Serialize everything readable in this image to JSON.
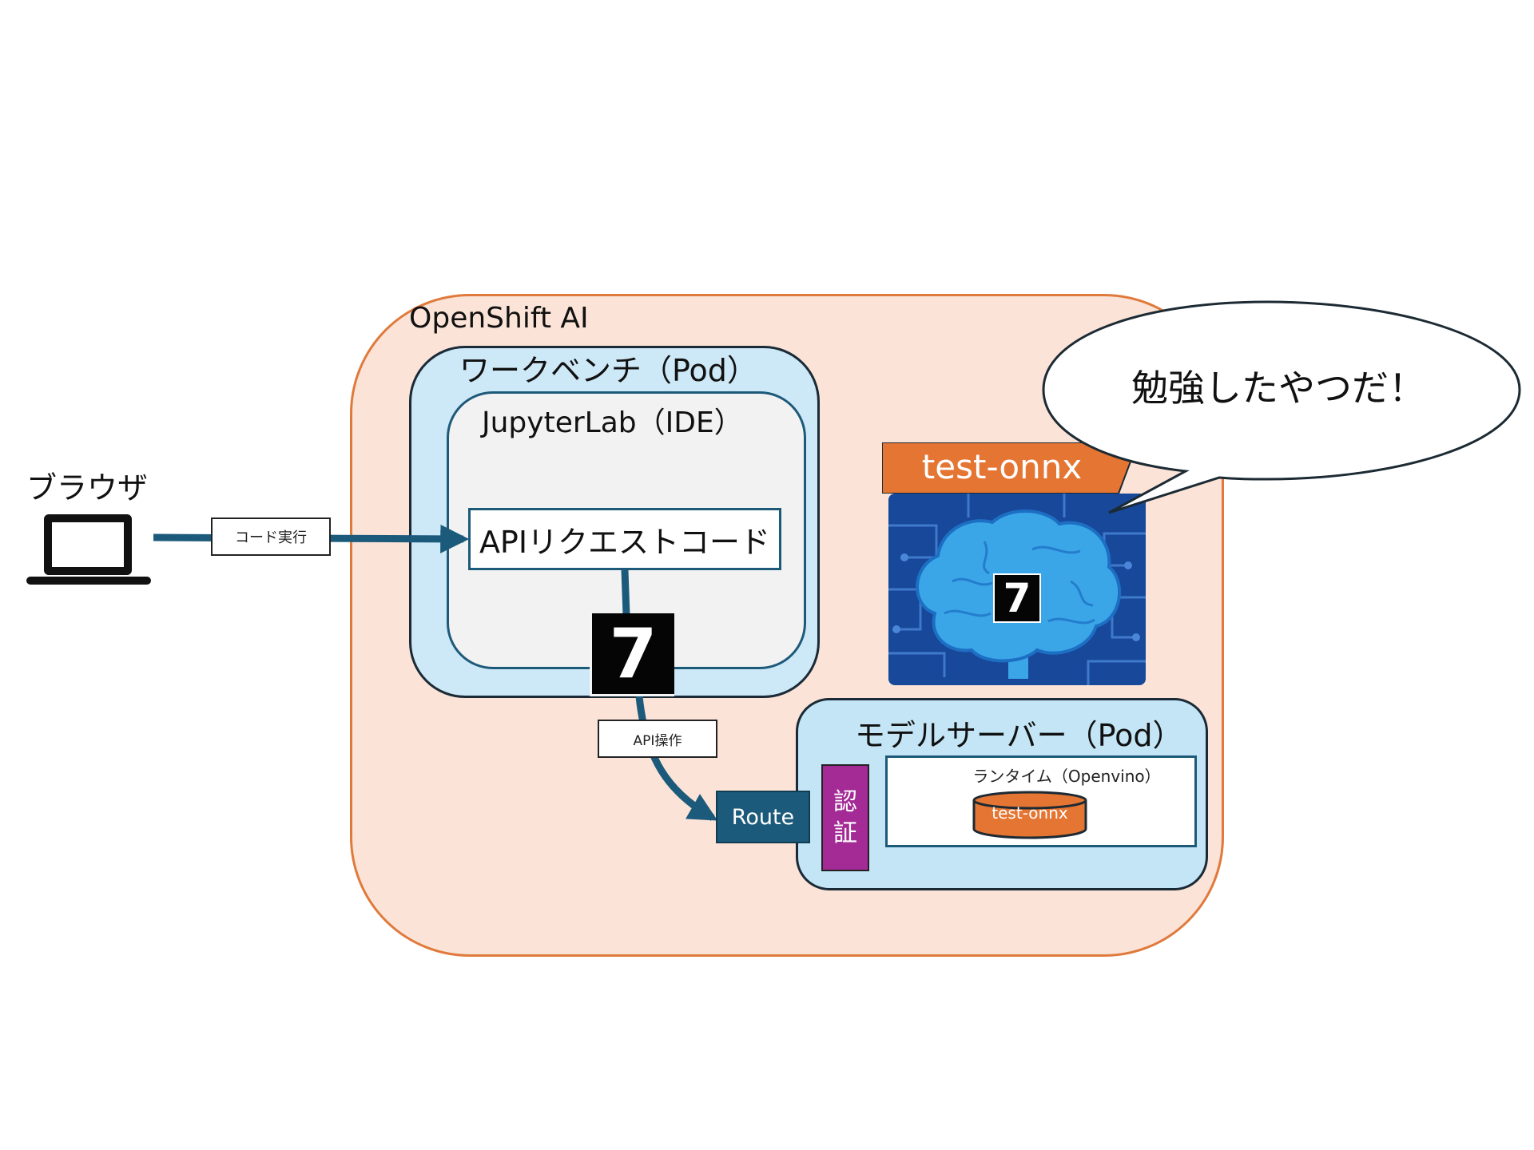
{
  "platform": {
    "title": "OpenShift AI"
  },
  "workbench": {
    "title": "ワークベンチ（Pod）"
  },
  "jupyterlab": {
    "title": "JupyterLab（IDE）"
  },
  "api_request_code": {
    "label": "APIリクエストコード"
  },
  "browser": {
    "label": "ブラウザ",
    "icon": "laptop-icon"
  },
  "connectors": {
    "code_execution": "コード実行",
    "api_operation": "API操作"
  },
  "digit_image": {
    "value": "7"
  },
  "model_server": {
    "title": "モデルサーバー（Pod）"
  },
  "runtime": {
    "title": "ランタイム（Openvino）"
  },
  "route": {
    "label": "Route"
  },
  "auth": {
    "line1": "認",
    "line2": "証"
  },
  "model": {
    "name": "test-onnx",
    "icon": "brain-icon"
  },
  "speech_bubble": {
    "text": "勉強したやつだ！"
  },
  "colors": {
    "platform_fill": "#fbe3d7",
    "platform_border": "#e07a3c",
    "pod_fill": "#cde8f6",
    "arrow": "#1c5a7b",
    "route": "#1c5a7b",
    "auth": "#a42b96",
    "model_accent": "#e57532",
    "brain_bg": "#17489a",
    "brain": "#3aa6e8"
  }
}
